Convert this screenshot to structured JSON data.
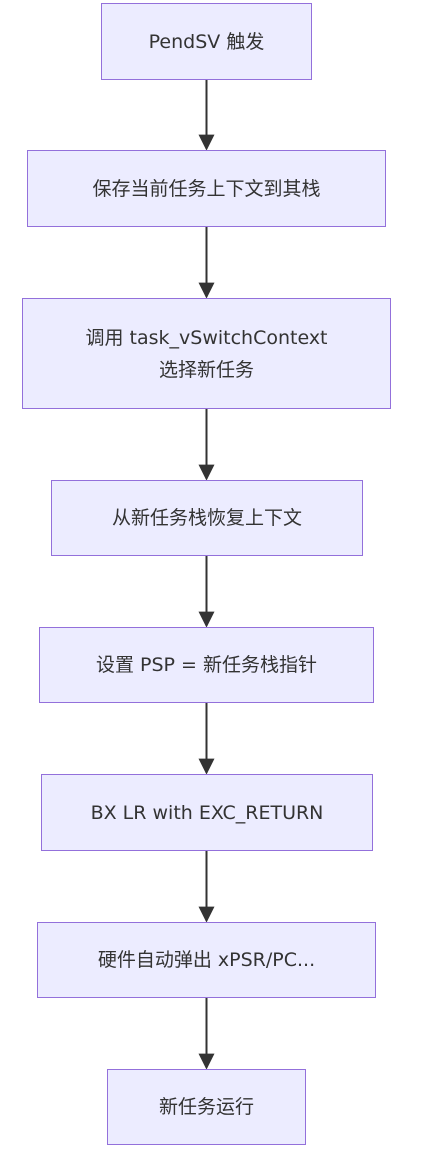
{
  "diagram": {
    "colors": {
      "node_fill": "#ECECFF",
      "node_border": "#9370DB",
      "edge": "#333333",
      "text": "#333333"
    },
    "nodes": [
      {
        "id": "pendsv",
        "lines": [
          "PendSV 触发"
        ]
      },
      {
        "id": "save",
        "lines": [
          "保存当前任务上下文到其栈"
        ]
      },
      {
        "id": "switch",
        "lines": [
          "调用 task_vSwitchContext",
          "选择新任务"
        ]
      },
      {
        "id": "restore",
        "lines": [
          "从新任务栈恢复上下文"
        ]
      },
      {
        "id": "psp",
        "lines": [
          "设置 PSP = 新任务栈指针"
        ]
      },
      {
        "id": "bx",
        "lines": [
          "BX LR with EXC_RETURN"
        ]
      },
      {
        "id": "pop",
        "lines": [
          "硬件自动弹出 xPSR/PC..."
        ]
      },
      {
        "id": "run",
        "lines": [
          "新任务运行"
        ]
      }
    ],
    "edges": [
      {
        "from": "pendsv",
        "to": "save"
      },
      {
        "from": "save",
        "to": "switch"
      },
      {
        "from": "switch",
        "to": "restore"
      },
      {
        "from": "restore",
        "to": "psp"
      },
      {
        "from": "psp",
        "to": "bx"
      },
      {
        "from": "bx",
        "to": "pop"
      },
      {
        "from": "pop",
        "to": "run"
      }
    ]
  }
}
